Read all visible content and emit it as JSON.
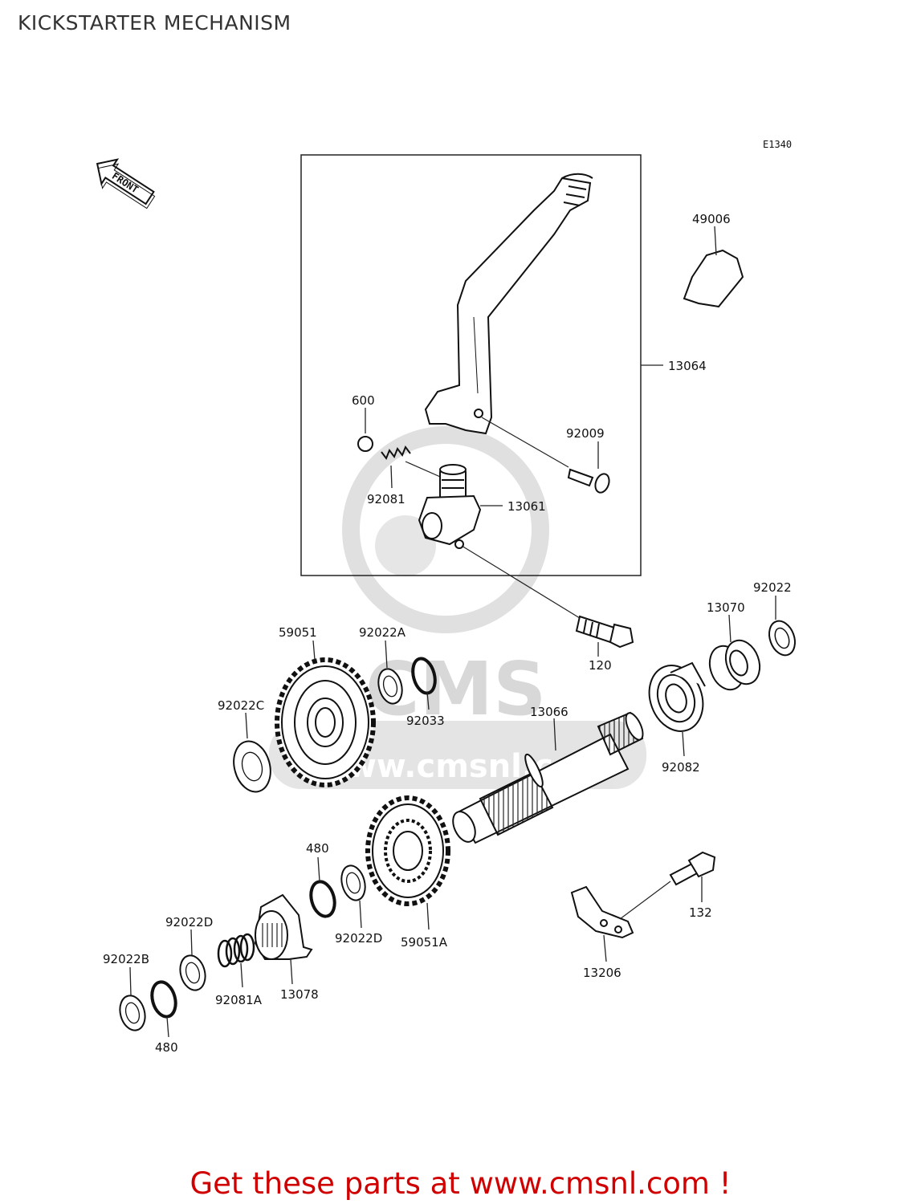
{
  "title": "KICKSTARTER MECHANISM",
  "diagram_code": "E1340",
  "front_label": "FRONT",
  "watermark": {
    "brand": "CMS",
    "url": "www.cmsnl.com"
  },
  "footer": "Get these parts at www.cmsnl.com !",
  "parts": {
    "p49006": "49006",
    "p13064": "13064",
    "p600": "600",
    "p92009": "92009",
    "p92081": "92081",
    "p13061": "13061",
    "p120": "120",
    "p92022": "92022",
    "p13070": "13070",
    "p59051": "59051",
    "p92022A": "92022A",
    "p92033": "92033",
    "p92022C": "92022C",
    "p13066": "13066",
    "p92082": "92082",
    "p480a": "480",
    "p92022D_a": "92022D",
    "p59051A": "59051A",
    "p132": "132",
    "p13206": "13206",
    "p92022D_b": "92022D",
    "p92081A": "92081A",
    "p13078": "13078",
    "p92022B": "92022B",
    "p480b": "480"
  }
}
